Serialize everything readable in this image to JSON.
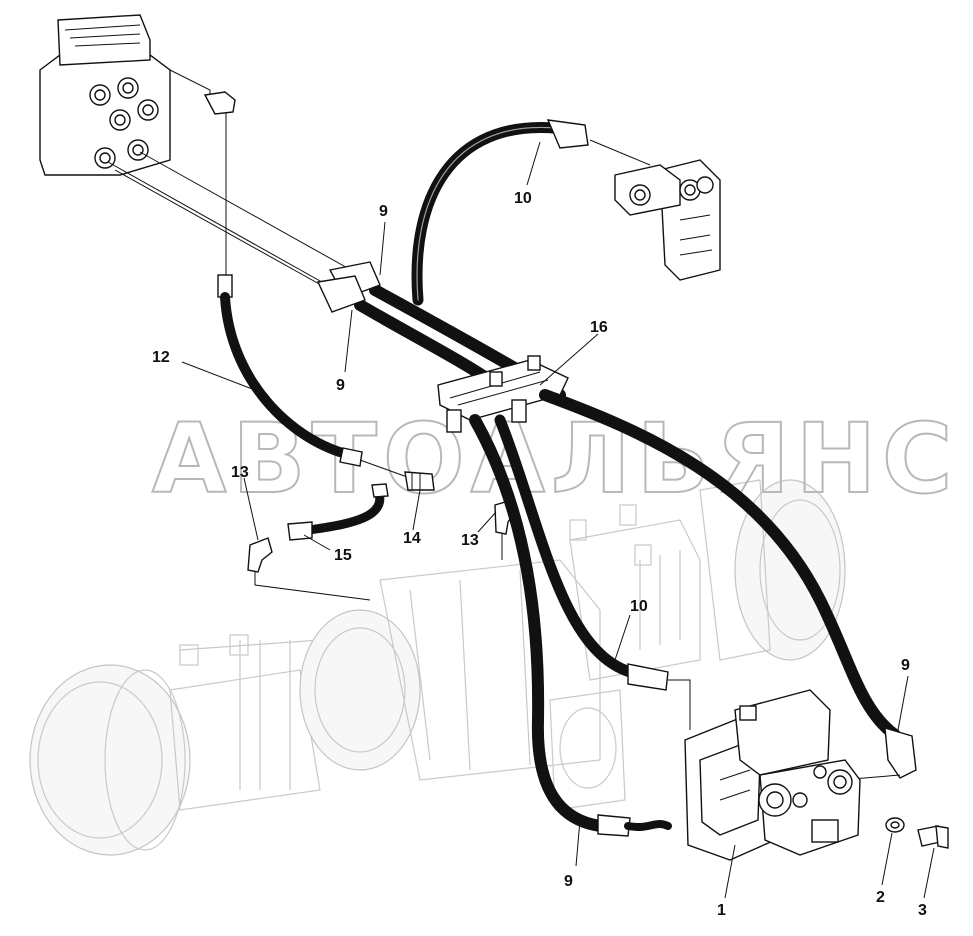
{
  "watermark": "АВТОАЛЬЯНС",
  "callouts": [
    {
      "id": "c1",
      "label": "1"
    },
    {
      "id": "c2",
      "label": "2"
    },
    {
      "id": "c3",
      "label": "3"
    },
    {
      "id": "c9a",
      "label": "9"
    },
    {
      "id": "c9b",
      "label": "9"
    },
    {
      "id": "c9c",
      "label": "9"
    },
    {
      "id": "c9d",
      "label": "9"
    },
    {
      "id": "c10a",
      "label": "10"
    },
    {
      "id": "c10b",
      "label": "10"
    },
    {
      "id": "c12",
      "label": "12"
    },
    {
      "id": "c13a",
      "label": "13"
    },
    {
      "id": "c13b",
      "label": "13"
    },
    {
      "id": "c14",
      "label": "14"
    },
    {
      "id": "c15",
      "label": "15"
    },
    {
      "id": "c16",
      "label": "16"
    }
  ],
  "colors": {
    "line": "#111111",
    "ghost": "#c9c9c9",
    "watermark": "#b8b8b8",
    "background": "#ffffff"
  }
}
